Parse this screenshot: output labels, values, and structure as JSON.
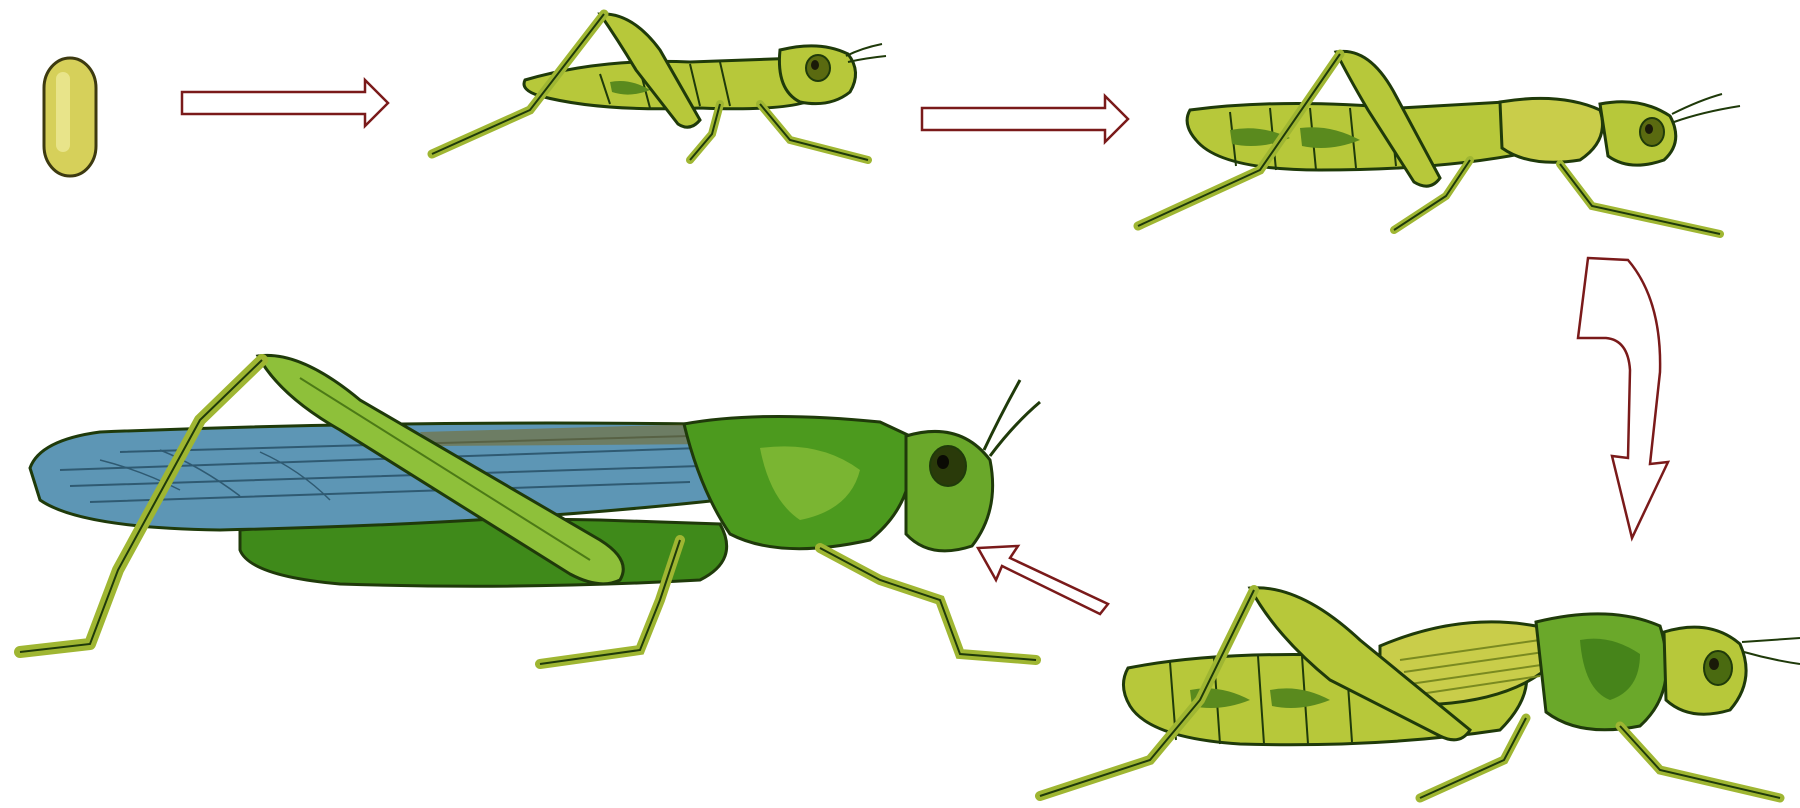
{
  "diagram": {
    "stages": [
      {
        "id": "egg",
        "icon": "egg-icon"
      },
      {
        "id": "nymph-early",
        "icon": "young-nymph-icon"
      },
      {
        "id": "nymph-middle",
        "icon": "nymph-icon"
      },
      {
        "id": "nymph-late",
        "icon": "winged-nymph-icon"
      },
      {
        "id": "adult",
        "icon": "adult-grasshopper-icon"
      }
    ],
    "arrows": [
      {
        "from": "egg",
        "to": "nymph-early",
        "icon": "arrow-right-icon"
      },
      {
        "from": "nymph-early",
        "to": "nymph-middle",
        "icon": "arrow-right-icon"
      },
      {
        "from": "nymph-middle",
        "to": "nymph-late",
        "icon": "curved-arrow-down-icon"
      },
      {
        "from": "nymph-late",
        "to": "adult",
        "icon": "arrow-up-left-icon"
      }
    ],
    "colors": {
      "arrow_stroke": "#7a1a1a",
      "arrow_fill": "#ffffff",
      "egg": "#d6d05a",
      "nymph_body": "#b7c83a",
      "nymph_spots": "#5a8a1e",
      "adult_body": "#4c9a1e",
      "adult_wing": "#5d96b5",
      "leg": "#9fb632",
      "outline": "#1f3a0a"
    }
  }
}
